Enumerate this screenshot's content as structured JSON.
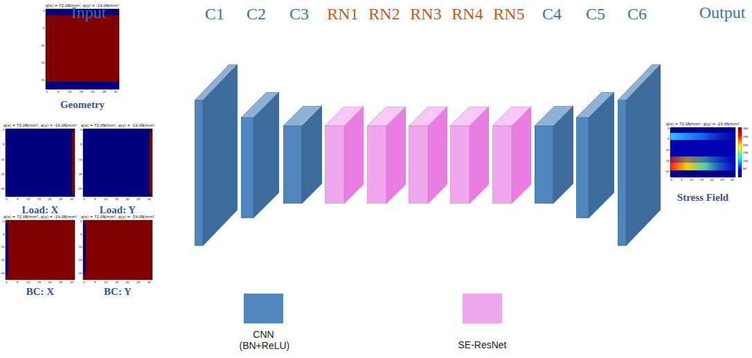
{
  "diagram": {
    "nodes": [
      {
        "text": [
          "C1"
        ]
      },
      {
        "text": [
          "C2"
        ]
      },
      {
        "text": [
          "C3"
        ]
      },
      {
        "text": [
          "RN1"
        ]
      },
      {
        "text": [
          "RN2"
        ]
      },
      {
        "text": [
          "RN3"
        ]
      },
      {
        "text": [
          "RN4"
        ]
      },
      {
        "text": [
          "RN5"
        ]
      },
      {
        "text": [
          "C4"
        ]
      },
      {
        "text": [
          "C5"
        ]
      },
      {
        "text": [
          "C6"
        ]
      }
    ],
    "labels": [
      "Input",
      "Output",
      "q(x) = 72.0N/mm², q(y) = -19.0N/mm²",
      "q(x) = 72.0N/mm², q(y) = -19.0N/mm²",
      "q(x) = 72.0N/mm², q(y) = -19.0N/mm²",
      "q(x) = 72.0N/mm², q(y) = -19.0N/mm²",
      "q(x) = 72.0N/mm², q(y) = -19.0N/mm²",
      "q(x) = 72.0N/mm², q(y) = -19.0N/mm²",
      "Geometry",
      "Load: X",
      "Load: Y",
      "BC: X",
      "BC: Y",
      "Stress Field",
      "0",
      "5",
      "10",
      "15",
      "20",
      "25",
      "30",
      "0",
      "5",
      "10",
      "15",
      "20",
      "0",
      "5",
      "10",
      "15",
      "20",
      "25",
      "30",
      "0",
      "5",
      "10",
      "15",
      "20",
      "0",
      "5",
      "10",
      "15",
      "20",
      "25",
      "30",
      "0",
      "5",
      "10",
      "15",
      "20",
      "0",
      "5",
      "10",
      "15",
      "20",
      "25",
      "30",
      "0",
      "5",
      "10",
      "15",
      "20",
      "0",
      "5",
      "10",
      "15",
      "20",
      "25",
      "30",
      "0",
      "5",
      "10",
      "15",
      "20",
      "0",
      "5",
      "10",
      "15",
      "20",
      "25",
      "30",
      "0",
      "5",
      "10",
      "15",
      "20",
      "300",
      "250",
      "200",
      "150",
      "100",
      "50"
    ],
    "legend": [
      {
        "text": "CNN (BN+ReLU)",
        "color": "#4f87bd"
      },
      {
        "text": "SE-ResNet",
        "color": "#f0a8ec"
      }
    ]
  }
}
